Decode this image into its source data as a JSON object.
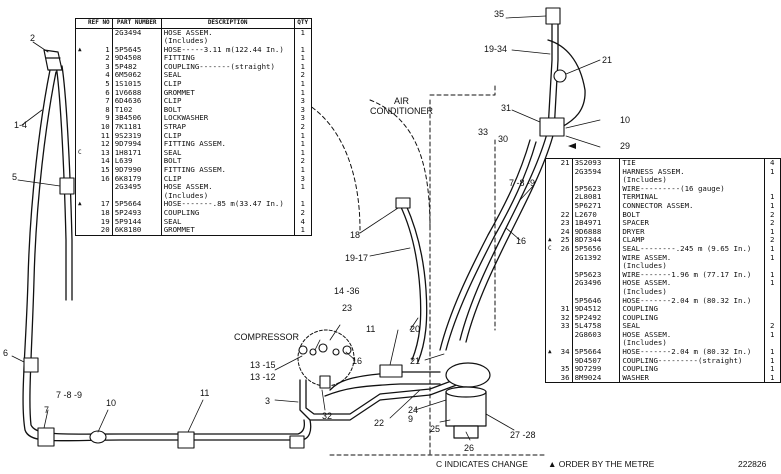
{
  "left_table": {
    "headers": {
      "ref": "REF NO",
      "part": "PART NUMBER",
      "desc": "DESCRIPTION",
      "qty": "QTY"
    },
    "rows": [
      {
        "mark": "",
        "ref": "",
        "part": "2G3494",
        "desc": "HOSE ASSEM.",
        "qty": "1"
      },
      {
        "mark": "",
        "ref": "",
        "part": "",
        "desc": "(Includes)",
        "qty": ""
      },
      {
        "mark": "▲",
        "ref": "1",
        "part": "5P5645",
        "desc": "HOSE-----3.11 m(122.44 In.)",
        "qty": "1"
      },
      {
        "mark": "",
        "ref": "2",
        "part": "9D4508",
        "desc": "FITTING",
        "qty": "1"
      },
      {
        "mark": "",
        "ref": "3",
        "part": "5P482",
        "desc": "COUPLING-------(straight)",
        "qty": "1"
      },
      {
        "mark": "",
        "ref": "4",
        "part": "6M5062",
        "desc": "SEAL",
        "qty": "2"
      },
      {
        "mark": "",
        "ref": "5",
        "part": "1S1015",
        "desc": "CLIP",
        "qty": "1"
      },
      {
        "mark": "",
        "ref": "6",
        "part": "1V6688",
        "desc": "GROMMET",
        "qty": "1"
      },
      {
        "mark": "",
        "ref": "7",
        "part": "6D4636",
        "desc": "CLIP",
        "qty": "3"
      },
      {
        "mark": "",
        "ref": "8",
        "part": "T102",
        "desc": "BOLT",
        "qty": "3"
      },
      {
        "mark": "",
        "ref": "9",
        "part": "3B4506",
        "desc": "LOCKWASHER",
        "qty": "3"
      },
      {
        "mark": "",
        "ref": "10",
        "part": "7K1181",
        "desc": "STRAP",
        "qty": "2"
      },
      {
        "mark": "",
        "ref": "11",
        "part": "9S2319",
        "desc": "CLIP",
        "qty": "1"
      },
      {
        "mark": "",
        "ref": "12",
        "part": "9D7994",
        "desc": "FITTING ASSEM.",
        "qty": "1"
      },
      {
        "mark": "C",
        "ref": "13",
        "part": "1H8171",
        "desc": "SEAL",
        "qty": "1"
      },
      {
        "mark": "",
        "ref": "14",
        "part": "L639",
        "desc": "BOLT",
        "qty": "2"
      },
      {
        "mark": "",
        "ref": "15",
        "part": "9D7990",
        "desc": "FITTING ASSEM.",
        "qty": "1"
      },
      {
        "mark": "",
        "ref": "16",
        "part": "6K8179",
        "desc": "CLIP",
        "qty": "3"
      },
      {
        "mark": "",
        "ref": "",
        "part": "2G3495",
        "desc": "HOSE ASSEM.",
        "qty": "1"
      },
      {
        "mark": "",
        "ref": "",
        "part": "",
        "desc": "(Includes)",
        "qty": ""
      },
      {
        "mark": "▲",
        "ref": "17",
        "part": "5P5664",
        "desc": "HOSE-------.85 m(33.47 In.)",
        "qty": "1"
      },
      {
        "mark": "",
        "ref": "18",
        "part": "5P2493",
        "desc": "COUPLING",
        "qty": "2"
      },
      {
        "mark": "",
        "ref": "19",
        "part": "5P9144",
        "desc": "SEAL",
        "qty": "4"
      },
      {
        "mark": "",
        "ref": "20",
        "part": "6K8180",
        "desc": "GROMMET",
        "qty": "1"
      }
    ]
  },
  "right_table": {
    "rows": [
      {
        "mark": "",
        "ref": "21",
        "part": "3S2093",
        "desc": "TIE",
        "qty": "4"
      },
      {
        "mark": "",
        "ref": "",
        "part": "2G3594",
        "desc": "HARNESS ASSEM.",
        "qty": "1"
      },
      {
        "mark": "",
        "ref": "",
        "part": "",
        "desc": "(Includes)",
        "qty": ""
      },
      {
        "mark": "",
        "ref": "",
        "part": "5P5623",
        "desc": "WIRE---------(16 gauge)",
        "qty": ""
      },
      {
        "mark": "",
        "ref": "",
        "part": "2L8081",
        "desc": "TERMINAL",
        "qty": "1"
      },
      {
        "mark": "",
        "ref": "",
        "part": "5P6271",
        "desc": "CONNECTOR ASSEM.",
        "qty": "1"
      },
      {
        "mark": "",
        "ref": "22",
        "part": "L2670",
        "desc": "BOLT",
        "qty": "2"
      },
      {
        "mark": "",
        "ref": "23",
        "part": "1B4971",
        "desc": "SPACER",
        "qty": "2"
      },
      {
        "mark": "",
        "ref": "24",
        "part": "9D6888",
        "desc": "DRYER",
        "qty": "1"
      },
      {
        "mark": "▲",
        "ref": "25",
        "part": "8D7344",
        "desc": "CLAMP",
        "qty": "2"
      },
      {
        "mark": "C",
        "ref": "26",
        "part": "5P5656",
        "desc": "SEAL--------.245 m (9.65 In.)",
        "qty": "1"
      },
      {
        "mark": "",
        "ref": "",
        "part": "2G1392",
        "desc": "WIRE ASSEM.",
        "qty": "1"
      },
      {
        "mark": "",
        "ref": "",
        "part": "",
        "desc": "(Includes)",
        "qty": ""
      },
      {
        "mark": "",
        "ref": "",
        "part": "5P5623",
        "desc": "WIRE-------1.96 m (77.17 In.)",
        "qty": "1"
      },
      {
        "mark": "",
        "ref": "",
        "part": "2G3496",
        "desc": "HOSE ASSEM.",
        "qty": "1"
      },
      {
        "mark": "",
        "ref": "",
        "part": "",
        "desc": "(Includes)",
        "qty": ""
      },
      {
        "mark": "",
        "ref": "",
        "part": "5P5646",
        "desc": "HOSE-------2.04 m (80.32 In.)",
        "qty": ""
      },
      {
        "mark": "",
        "ref": "31",
        "part": "9D4512",
        "desc": "COUPLING",
        "qty": ""
      },
      {
        "mark": "",
        "ref": "32",
        "part": "5P2492",
        "desc": "COUPLING",
        "qty": ""
      },
      {
        "mark": "",
        "ref": "33",
        "part": "5L4758",
        "desc": "SEAL",
        "qty": "2"
      },
      {
        "mark": "",
        "ref": "",
        "part": "2G8603",
        "desc": "HOSE ASSEM.",
        "qty": "1"
      },
      {
        "mark": "",
        "ref": "",
        "part": "",
        "desc": "(Includes)",
        "qty": ""
      },
      {
        "mark": "▲",
        "ref": "34",
        "part": "5P5664",
        "desc": "HOSE-------2.04 m (80.32 In.)",
        "qty": "1"
      },
      {
        "mark": "",
        "ref": "",
        "part": "9D4507",
        "desc": "COUPLING---------(straight)",
        "qty": "1"
      },
      {
        "mark": "",
        "ref": "35",
        "part": "9D7299",
        "desc": "COUPLING",
        "qty": "1"
      },
      {
        "mark": "",
        "ref": "36",
        "part": "8M9024",
        "desc": "WASHER",
        "qty": "1"
      }
    ]
  },
  "labels": {
    "air_conditioner": "AIR\nCONDITIONER",
    "compressor": "COMPRESSOR",
    "c_indicates_change": "C INDICATES CHANGE",
    "order_by_metre": "▲ ORDER BY THE METRE",
    "drawing_number": "222826"
  },
  "callouts": [
    {
      "id": "c35",
      "text": "35"
    },
    {
      "id": "c19_34",
      "text": "19-34"
    },
    {
      "id": "c21a",
      "text": "21"
    },
    {
      "id": "c31",
      "text": "31"
    },
    {
      "id": "c33",
      "text": "33"
    },
    {
      "id": "c30",
      "text": "30"
    },
    {
      "id": "c10a",
      "text": "10"
    },
    {
      "id": "c29",
      "text": "29"
    },
    {
      "id": "c7_8_9a",
      "text": "7 -8 -9"
    },
    {
      "id": "c16a",
      "text": "16"
    },
    {
      "id": "c2",
      "text": "2"
    },
    {
      "id": "c1_4",
      "text": "1-4"
    },
    {
      "id": "c5",
      "text": "5"
    },
    {
      "id": "c18",
      "text": "18"
    },
    {
      "id": "c19_17",
      "text": "19-17"
    },
    {
      "id": "c14_36",
      "text": "14 -36"
    },
    {
      "id": "c23",
      "text": "23"
    },
    {
      "id": "c11a",
      "text": "11"
    },
    {
      "id": "c20",
      "text": "20"
    },
    {
      "id": "c13_15",
      "text": "13 -15"
    },
    {
      "id": "c13_12",
      "text": "13 -12"
    },
    {
      "id": "c16b",
      "text": "16"
    },
    {
      "id": "c21b",
      "text": "21"
    },
    {
      "id": "c6",
      "text": "6"
    },
    {
      "id": "c7_8_9b",
      "text": "7 -8 -9"
    },
    {
      "id": "c7",
      "text": "7"
    },
    {
      "id": "c10b",
      "text": "10"
    },
    {
      "id": "c11b",
      "text": "11"
    },
    {
      "id": "c3",
      "text": "3"
    },
    {
      "id": "c32",
      "text": "32"
    },
    {
      "id": "c22",
      "text": "22"
    },
    {
      "id": "c24_9",
      "text": "24\n9"
    },
    {
      "id": "c25",
      "text": "25"
    },
    {
      "id": "c26",
      "text": "26"
    },
    {
      "id": "c27_28",
      "text": "27 -28"
    }
  ]
}
